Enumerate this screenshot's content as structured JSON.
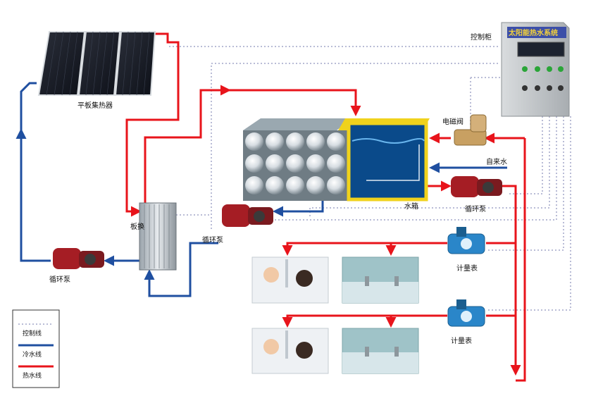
{
  "labels": {
    "collector": "平板集热器",
    "control_cabinet": "控制柜",
    "cabinet_title": "太阳能热水系统",
    "solenoid_valve": "电磁阀",
    "tap_water": "自来水",
    "water_tank": "水箱",
    "plate_exchanger": "板换",
    "pump_mid": "循环泵",
    "pump_left": "循环泵",
    "pump_right": "循环泵",
    "meter_top": "计量表",
    "meter_bottom": "计量表"
  },
  "legend": {
    "control_line": "控制线",
    "cold_line": "冷水线",
    "hot_line": "热水线"
  },
  "colors": {
    "hot": "#e8141b",
    "cold": "#1f4fa0",
    "control": "#b9bcd6",
    "cabinet": "#c9cdd0",
    "tank_water": "#0a4a8a",
    "tank_frame": "#f0d21c"
  }
}
